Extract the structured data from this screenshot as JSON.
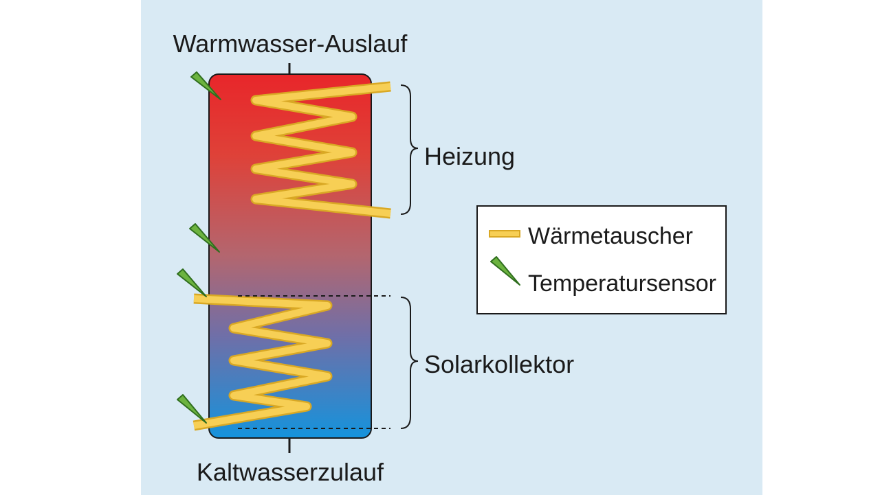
{
  "labels": {
    "hot_outlet": "Warmwasser-Auslauf",
    "cold_inlet": "Kaltwasserzulauf",
    "heating": "Heizung",
    "solar": "Solarkollektor"
  },
  "legend": {
    "heat_exchanger": "Wärmetauscher",
    "temp_sensor": "Temperatursensor"
  },
  "colors": {
    "panel_bg": "#d9eaf4",
    "tank_top": "#e8262a",
    "tank_bottom": "#1593dc",
    "coil_fill": "#f7cf55",
    "coil_outline": "#d9a824",
    "sensor_fill": "#6cb33f",
    "sensor_outline": "#2f6e1e"
  }
}
